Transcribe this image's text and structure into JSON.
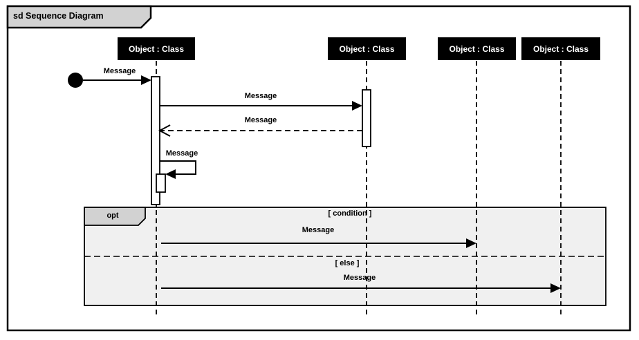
{
  "frame": {
    "title": "sd Sequence Diagram"
  },
  "lifelines": [
    {
      "label": "Object : Class"
    },
    {
      "label": "Object : Class"
    },
    {
      "label": "Object : Class"
    },
    {
      "label": "Object : Class"
    }
  ],
  "start_node": {
    "shape": "filled-circle"
  },
  "messages": [
    {
      "label": "Message",
      "kind": "sync-solid",
      "from": "start-node",
      "to": "lifeline-1"
    },
    {
      "label": "Message",
      "kind": "sync-solid",
      "from": "lifeline-1",
      "to": "lifeline-2"
    },
    {
      "label": "Message",
      "kind": "reply-dashed",
      "from": "lifeline-2",
      "to": "lifeline-1"
    },
    {
      "label": "Message",
      "kind": "self",
      "from": "lifeline-1",
      "to": "lifeline-1"
    },
    {
      "label": "Message",
      "kind": "sync-solid",
      "from": "lifeline-1",
      "to": "lifeline-3",
      "section": "[ condition ]"
    },
    {
      "label": "Message",
      "kind": "sync-solid",
      "from": "lifeline-1",
      "to": "lifeline-4",
      "section": "[ else ]"
    }
  ],
  "fragment": {
    "operator": "opt",
    "guards": [
      "[ condition ]",
      "[ else ]"
    ]
  },
  "colors": {
    "line": "#000000",
    "background": "#ffffff",
    "lifeline_header_bg": "#000000",
    "lifeline_header_text": "#ffffff",
    "frame_tab_fill": "#d2d2d2",
    "fragment_fill": "#f0f0f0",
    "fragment_label_fill": "#d2d2d2"
  }
}
